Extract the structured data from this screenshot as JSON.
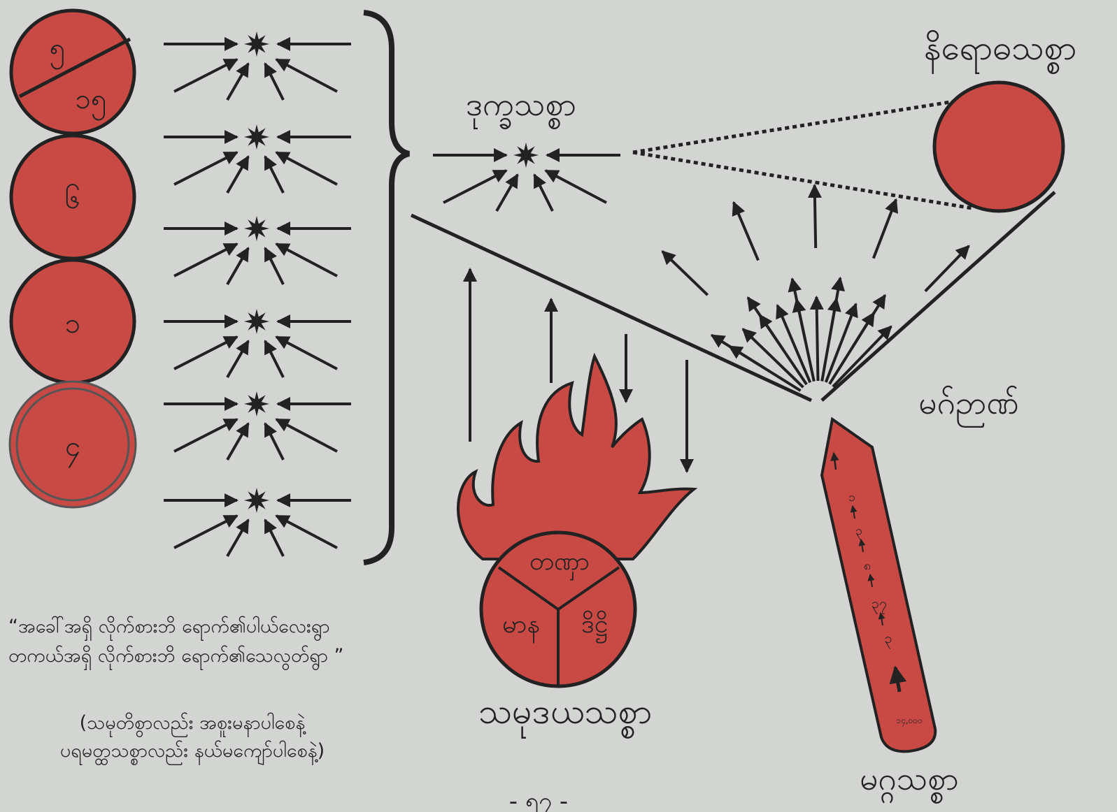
{
  "colors": {
    "background": "#d3d5d2",
    "red": "#c94a45",
    "ink": "#222222"
  },
  "circles": [
    {
      "top_text": "၅",
      "bottom_text": "၁၅"
    },
    {
      "text": "၆"
    },
    {
      "text": "၁"
    },
    {
      "text": "၄"
    }
  ],
  "labels": {
    "dukkha": "ဒုက္ခသစ္စာ",
    "nirodha": "နိရောဓသစ္စာ",
    "magga_nyan": "မဂ်ဉာဏ်",
    "samudaya": "သမုဒယသစ္စာ",
    "magga": "မဂ္ဂသစ္စာ"
  },
  "fire_segments": {
    "top": "တဏှာ",
    "left": "မာန",
    "right": "ဒိဋ္ဌိ"
  },
  "pencil_numbers": [
    "၁",
    "၃",
    "၈",
    "၃၇",
    "၃",
    "၁၄,၀၀၀"
  ],
  "quote": {
    "line1": "“အခေါ်အရှိ လိုက်စားဘိ ရောက်၏ပါယ်လေးရွာ",
    "line2": "တကယ်အရှိ လိုက်စားဘိ ရောက်၏သေလွတ်ရွာ ”"
  },
  "note": {
    "line1": "(သမုတိစွာလည်း အစူးမနာပါစေနဲ့",
    "line2": "ပရမတ္ထသစ္စာလည်း နယ်မကျော်ပါစေနဲ့)"
  },
  "page_number": "- ၅၇ -"
}
